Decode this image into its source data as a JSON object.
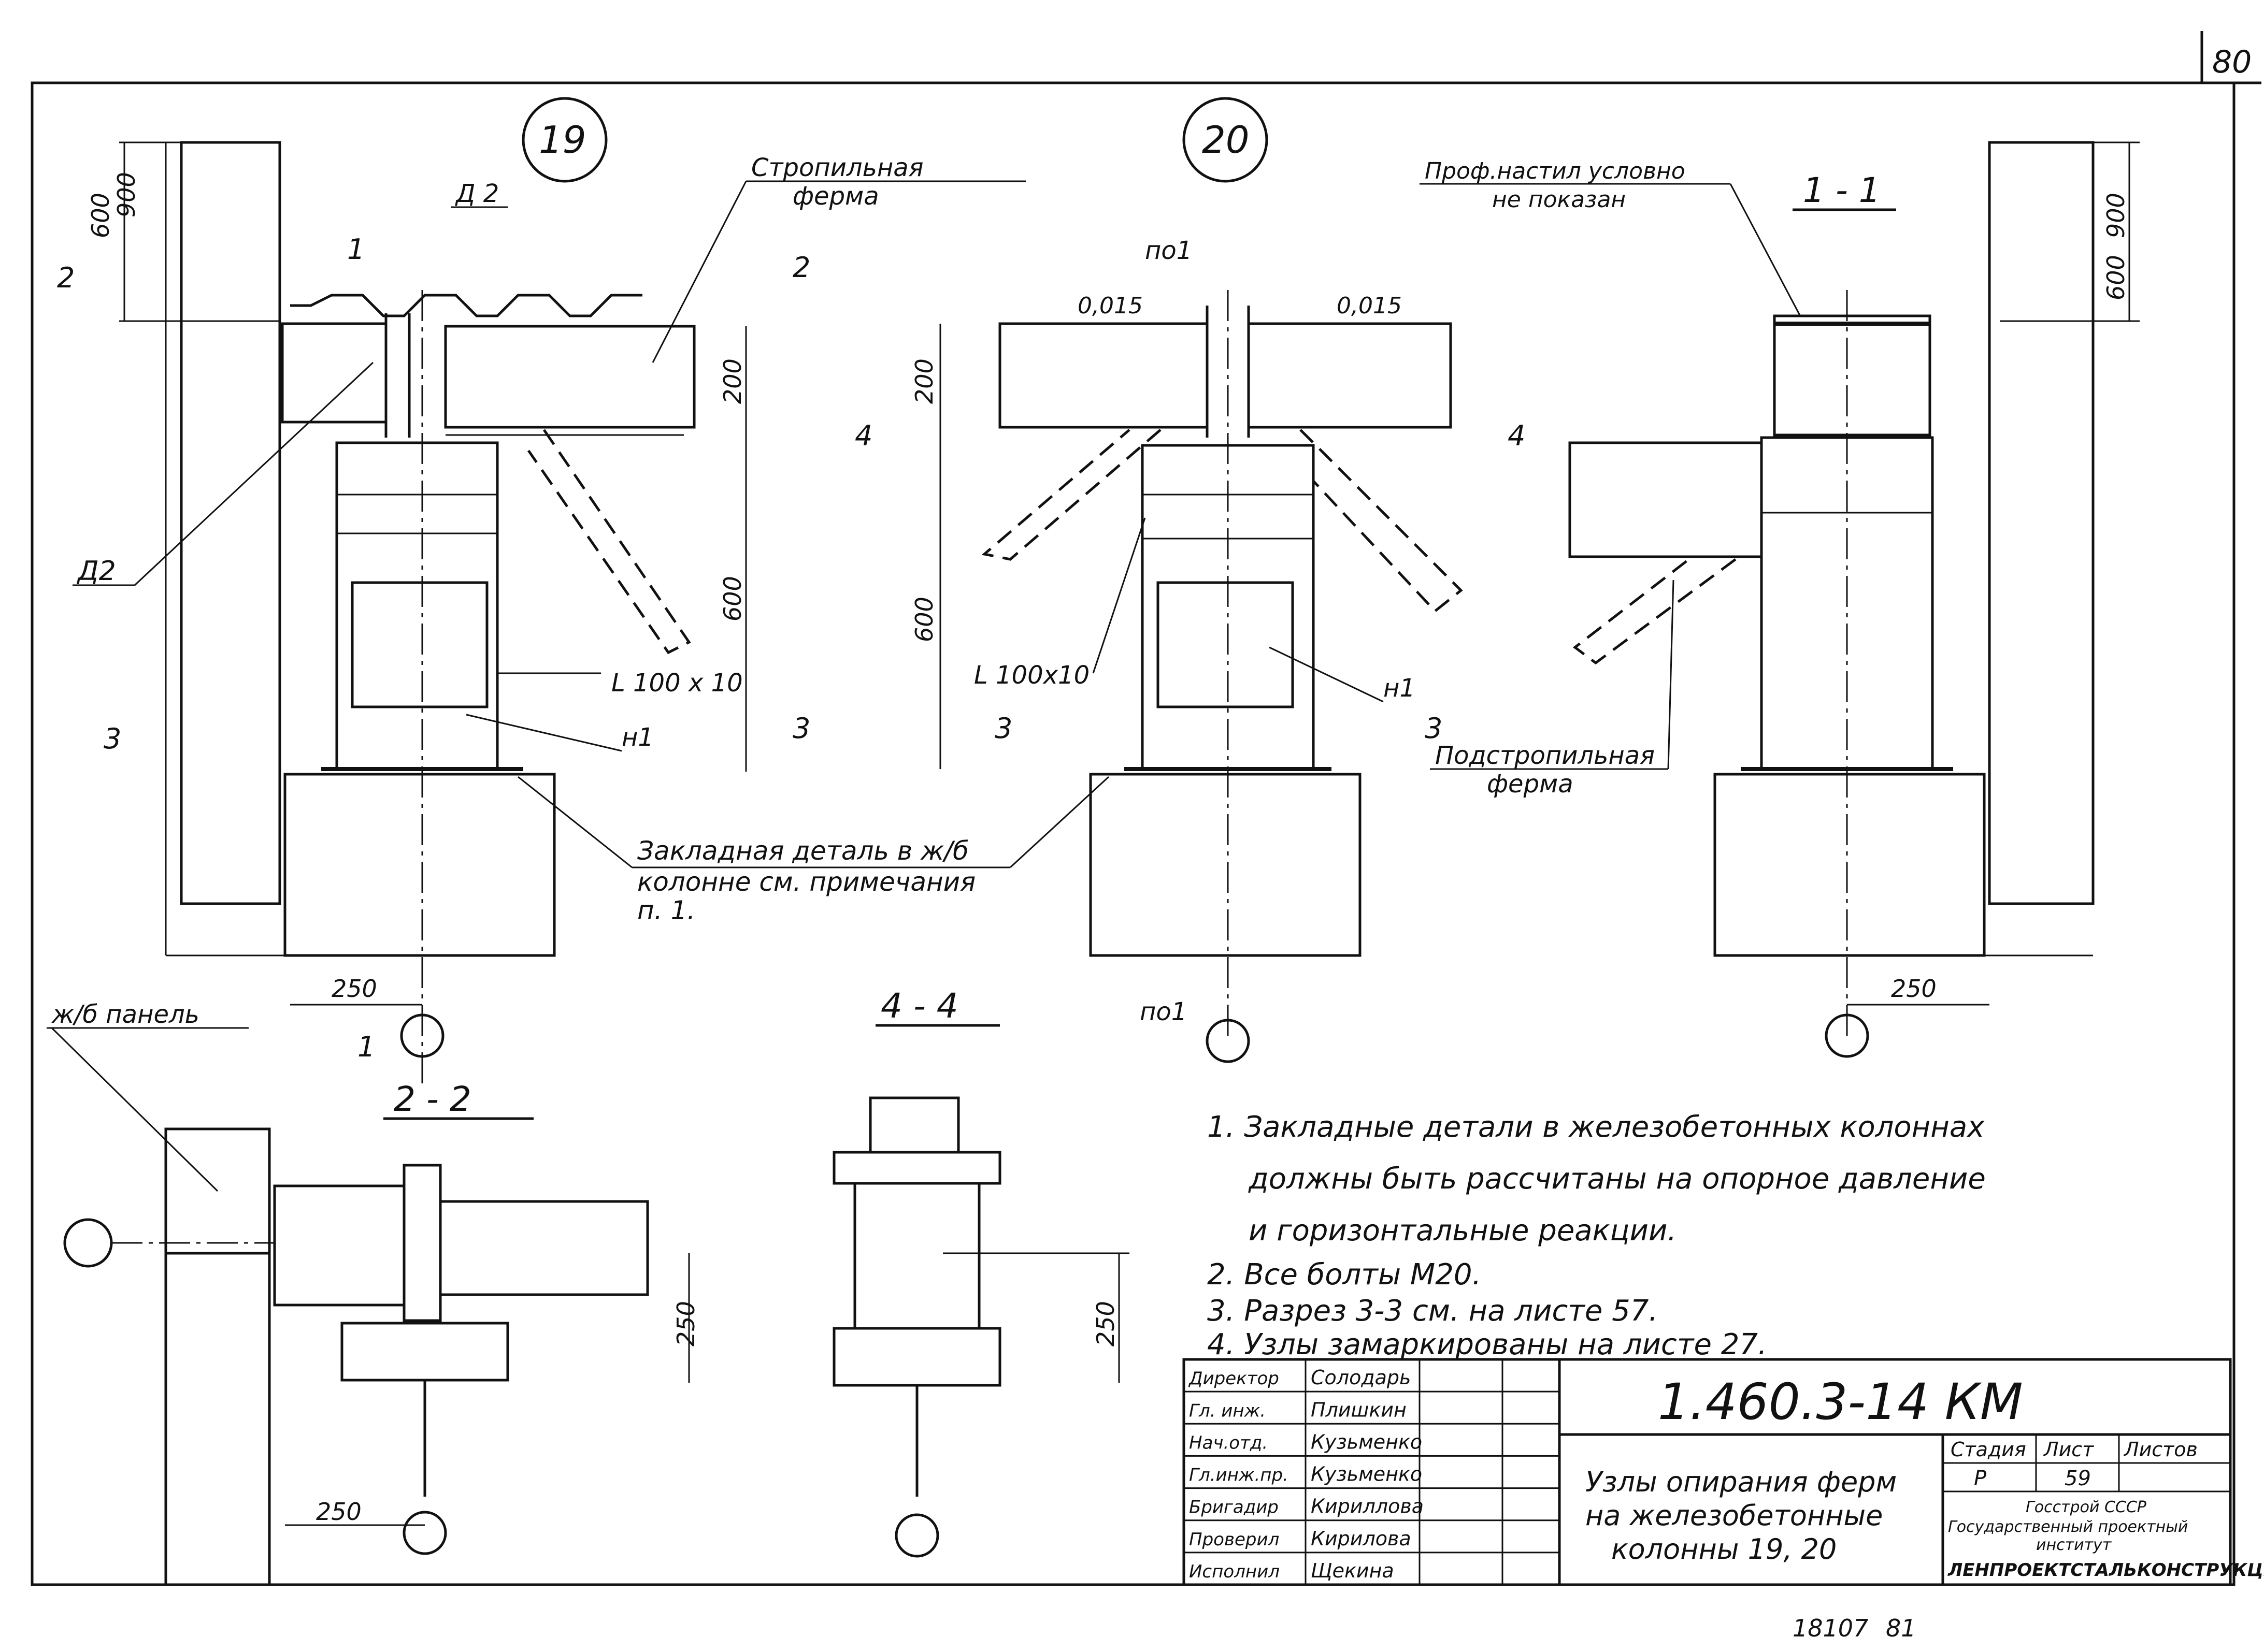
{
  "sheet": {
    "page_number": "80",
    "footer_code": "18107",
    "footer_page": "81"
  },
  "nodes": {
    "node19": {
      "number": "19",
      "d_label": "Д 2",
      "d_label2": "Д2",
      "truss_label_1": "Стропильная",
      "truss_label_2": "ферма",
      "angle": "L 100 x 10",
      "plate": "н1"
    },
    "node20": {
      "number": "20",
      "slope_left": "0,015",
      "slope_right": "0,015",
      "angle": "L 100x10",
      "plate": "н1",
      "section_marker": "по1"
    }
  },
  "sections": {
    "s11": {
      "title": "1 - 1",
      "note_1": "Проф.настил условно",
      "note_2": "не показан",
      "subtruss_1": "Подстропильная",
      "subtruss_2": "ферма"
    },
    "s22": {
      "title": "2 - 2",
      "panel_label": "ж/б панель"
    },
    "s44": {
      "title": "4 - 4"
    }
  },
  "embedded_note": {
    "line1": "Закладная деталь в ж/б",
    "line2": "колонне см. примечания",
    "line3": "п. 1."
  },
  "dimensions": {
    "d600": "600",
    "d900": "900",
    "d200": "200",
    "d250": "250",
    "cut2": "2",
    "cut3": "3",
    "cut4": "4",
    "cut1": "1"
  },
  "notes": [
    "1. Закладные детали в железобетонных колоннах",
    "должны быть рассчитаны на опорное давление",
    "и горизонтальные реакции.",
    "2. Все болты М20.",
    "3. Разрез 3-3 см. на листе 57.",
    "4. Узлы замаркированы на листе 27."
  ],
  "title_block": {
    "designation": "1.460.3-14 КМ",
    "title_1": "Узлы опирания ферм",
    "title_2": "на железобетонные",
    "title_3": "колонны 19, 20",
    "stage_header": "Стадия",
    "sheet_header": "Лист",
    "sheets_header": "Листов",
    "stage": "Р",
    "sheet": "59",
    "org_1": "Госстрой СССР",
    "org_2": "Государственный проектный",
    "org_3": "институт",
    "org_4": "ЛЕНПРОЕКТСТАЛЬКОНСТРУКЦИЯ",
    "signatures": [
      {
        "role": "Директор",
        "name": "Солодарь"
      },
      {
        "role": "Гл. инж.",
        "name": "Плишкин"
      },
      {
        "role": "Нач.отд.",
        "name": "Кузьменко"
      },
      {
        "role": "Гл.инж.пр.",
        "name": "Кузьменко"
      },
      {
        "role": "Бригадир",
        "name": "Кириллова"
      },
      {
        "role": "Проверил",
        "name": "Кирилова"
      },
      {
        "role": "Исполнил",
        "name": "Щекина"
      }
    ]
  }
}
